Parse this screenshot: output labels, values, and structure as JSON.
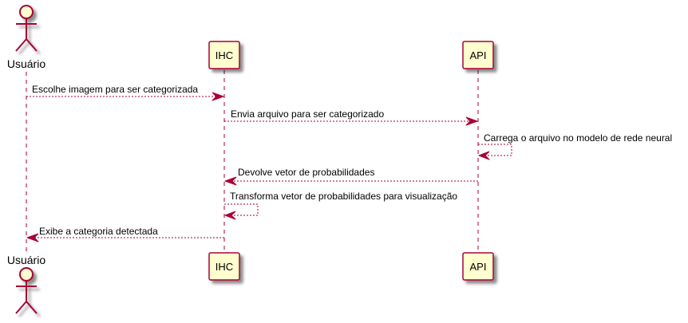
{
  "participants": [
    {
      "id": "usuario",
      "label": "Usuário",
      "kind": "actor"
    },
    {
      "id": "ihc",
      "label": "IHC",
      "kind": "participant"
    },
    {
      "id": "api",
      "label": "API",
      "kind": "participant"
    }
  ],
  "messages": [
    {
      "from": "usuario",
      "to": "ihc",
      "text": "Escolhe imagem para ser categorizada"
    },
    {
      "from": "ihc",
      "to": "api",
      "text": "Envia arquivo para ser categorizado"
    },
    {
      "from": "api",
      "to": "api",
      "text": "Carrega o arquivo no modelo de rede neural"
    },
    {
      "from": "api",
      "to": "ihc",
      "text": "Devolve vetor de probabilidades"
    },
    {
      "from": "ihc",
      "to": "ihc",
      "text": "Transforma vetor de probabilidades para visualização"
    },
    {
      "from": "ihc",
      "to": "usuario",
      "text": "Exibe a categoria detectada"
    }
  ],
  "colors": {
    "line": "#A80036",
    "box_fill": "#FEFECE",
    "text": "#000000"
  }
}
